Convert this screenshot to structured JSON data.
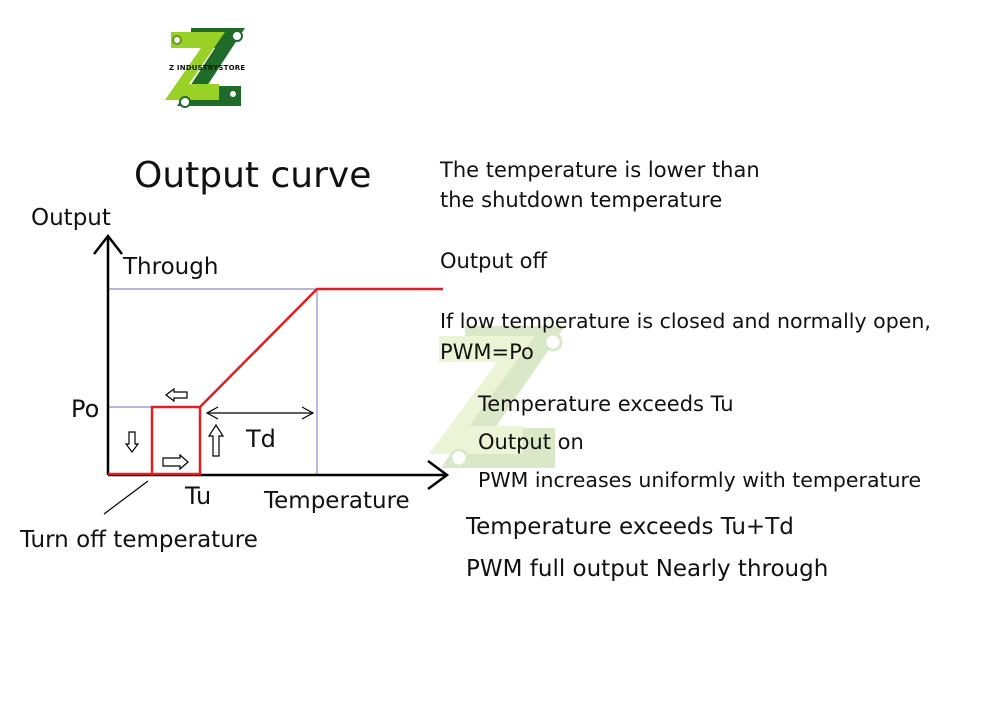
{
  "logo": {
    "text": "Z INDUSTRYSTORE",
    "icon": "z-logo-icon"
  },
  "chart": {
    "title": "Output curve",
    "y_axis_label": "Output",
    "x_axis_label": "Temperature",
    "through_label": "Through",
    "po_label": "Po",
    "tu_label": "Tu",
    "td_label": "Td",
    "turn_off_label": "Turn off temperature",
    "colors": {
      "curve": "#e02020",
      "guide": "#8a8acc",
      "axis": "#000000"
    }
  },
  "descriptions": {
    "line1": "The temperature is lower than",
    "line2": "the shutdown temperature",
    "line3": "Output off",
    "line4": "If low temperature is closed and normally open,",
    "line5": "PWM=Po",
    "line6": "Temperature exceeds Tu",
    "line7": "Output on",
    "line8": "PWM increases uniformly with temperature",
    "line9": "Temperature exceeds Tu+Td",
    "line10": "PWM full output Nearly through"
  }
}
